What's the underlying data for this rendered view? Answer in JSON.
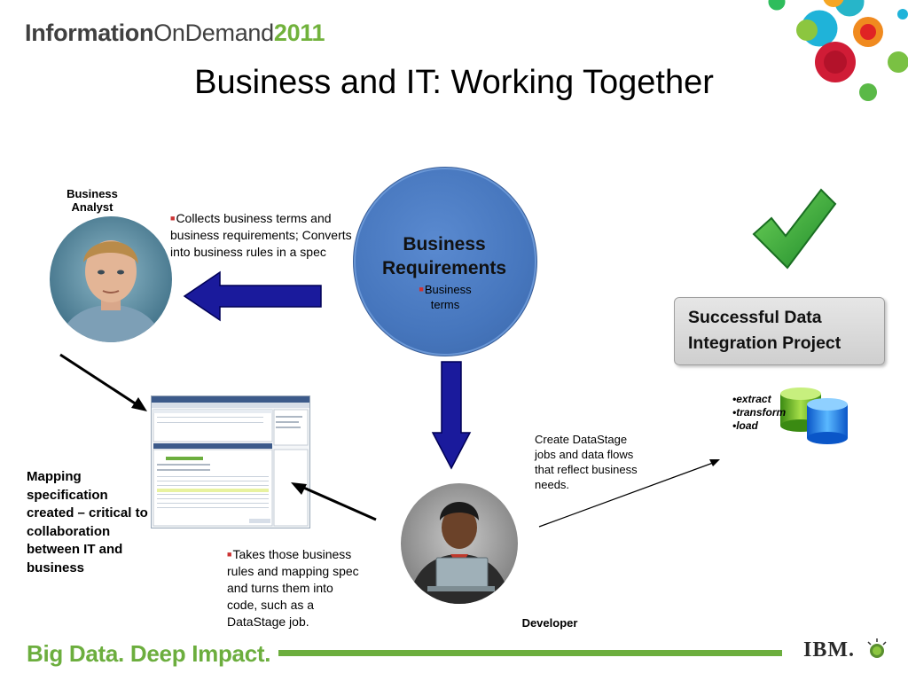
{
  "header": {
    "logo_part1": "Information",
    "logo_part2": "OnDemand",
    "logo_part3": "2011",
    "title": "Business and IT: Working Together"
  },
  "business_analyst": {
    "label": "Business\nAnalyst",
    "bullet_text": "Collects business terms and business requirements; Converts into business rules in a spec"
  },
  "requirements": {
    "title": "Business\nRequirements",
    "bullet_text": "Business\nterms"
  },
  "success": {
    "text": "Successful Data\nIntegration Project"
  },
  "etl": {
    "items": [
      "extract",
      "transform",
      "load"
    ]
  },
  "developer": {
    "label": "Developer",
    "create_text": "Create DataStage jobs and data flows that reflect business needs.",
    "bullet_text": "Takes those business rules and mapping spec and turns them into code, such as a DataStage job."
  },
  "mapping": {
    "text": "Mapping specification created – critical to collaboration between IT and business"
  },
  "footer": {
    "tagline": "Big Data. Deep Impact.",
    "brand": "IBM."
  },
  "colors": {
    "brand_green": "#6cae3e",
    "requirements_blue": "#4676bd",
    "arrow_navy": "#1a1a9c",
    "bullet_red": "#cc3333"
  }
}
